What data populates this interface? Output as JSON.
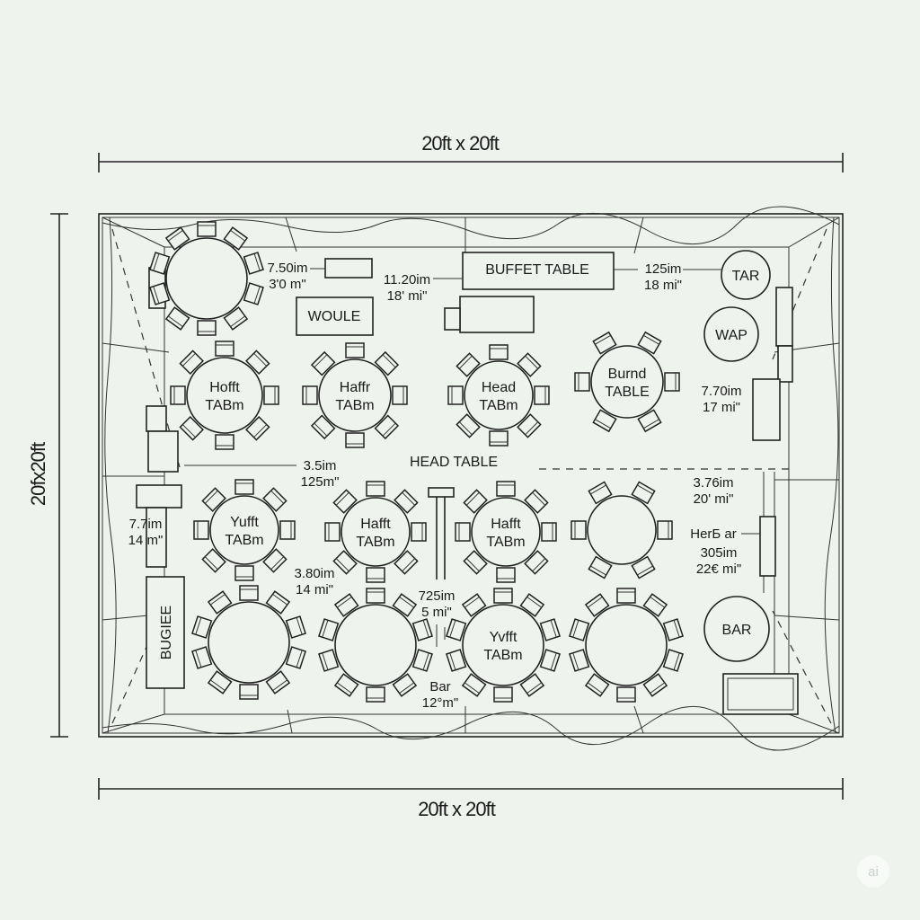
{
  "dimensions": {
    "top": "20ft x 20ft",
    "bottom": "20ft x 20ft",
    "left": "20fx20ft"
  },
  "round_tables": [
    {
      "lines": []
    },
    {
      "lines": [
        "Hofft",
        "TABm"
      ]
    },
    {
      "lines": [
        "Haffr",
        "TABm"
      ]
    },
    {
      "lines": [
        "Head",
        "TABm"
      ]
    },
    {
      "lines": [
        "Burnd",
        "TABLE"
      ]
    },
    {
      "lines": [
        "Yufft",
        "TABm"
      ]
    },
    {
      "lines": [
        "Hafft",
        "TABm"
      ]
    },
    {
      "lines": [
        "Hafft",
        "TABm"
      ]
    },
    {
      "lines": []
    },
    {
      "lines": []
    },
    {
      "lines": []
    },
    {
      "lines": [
        "Yvfft",
        "TABm"
      ]
    },
    {
      "lines": []
    }
  ],
  "stations": {
    "tar": "TAR",
    "wap": "WAP",
    "bar": "BAR"
  },
  "rect_labels": {
    "buffet": "BUFFET TABLE",
    "woule": "WOULE",
    "bugiee": "BUGIEE",
    "head_table": "HEAD TABLE",
    "her_bar": "HerБ ar"
  },
  "measurements": [
    [
      "7.50im",
      "3'0 m\""
    ],
    [
      "11.20im",
      "18' mi\""
    ],
    [
      "125im",
      "18 mi\""
    ],
    [
      "7.70im",
      "17 mi\""
    ],
    [
      "3.5im",
      "125m\""
    ],
    [
      "3.76im",
      "20' mi\""
    ],
    [
      "7.7im",
      "14 m\""
    ],
    [
      "3.80im",
      "14 mi\""
    ],
    [
      "305im",
      "22€ mi\""
    ],
    [
      "725im",
      "5 mi\""
    ],
    [
      "Bar",
      "12°m\""
    ]
  ],
  "badge": "ai"
}
